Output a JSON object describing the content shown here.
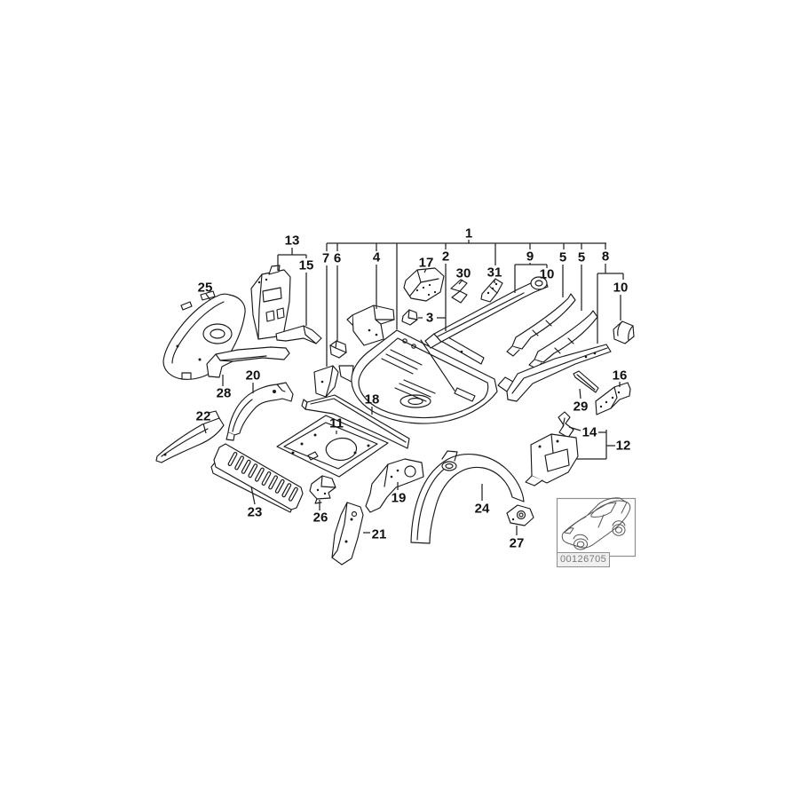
{
  "callouts": {
    "n1": "1",
    "n2": "2",
    "n3": "3",
    "n4": "4",
    "n5a": "5",
    "n5b": "5",
    "n6": "6",
    "n7": "7",
    "n8": "8",
    "n9": "9",
    "n10a": "10",
    "n10b": "10",
    "n11": "11",
    "n12": "12",
    "n13": "13",
    "n14": "14",
    "n15": "15",
    "n16": "16",
    "n17": "17",
    "n18": "18",
    "n19": "19",
    "n20": "20",
    "n21": "21",
    "n22": "22",
    "n23": "23",
    "n24": "24",
    "n25": "25",
    "n26": "26",
    "n27": "27",
    "n28": "28",
    "n29": "29",
    "n30": "30",
    "n31": "31"
  },
  "inset": {
    "image_code": "00126705"
  }
}
